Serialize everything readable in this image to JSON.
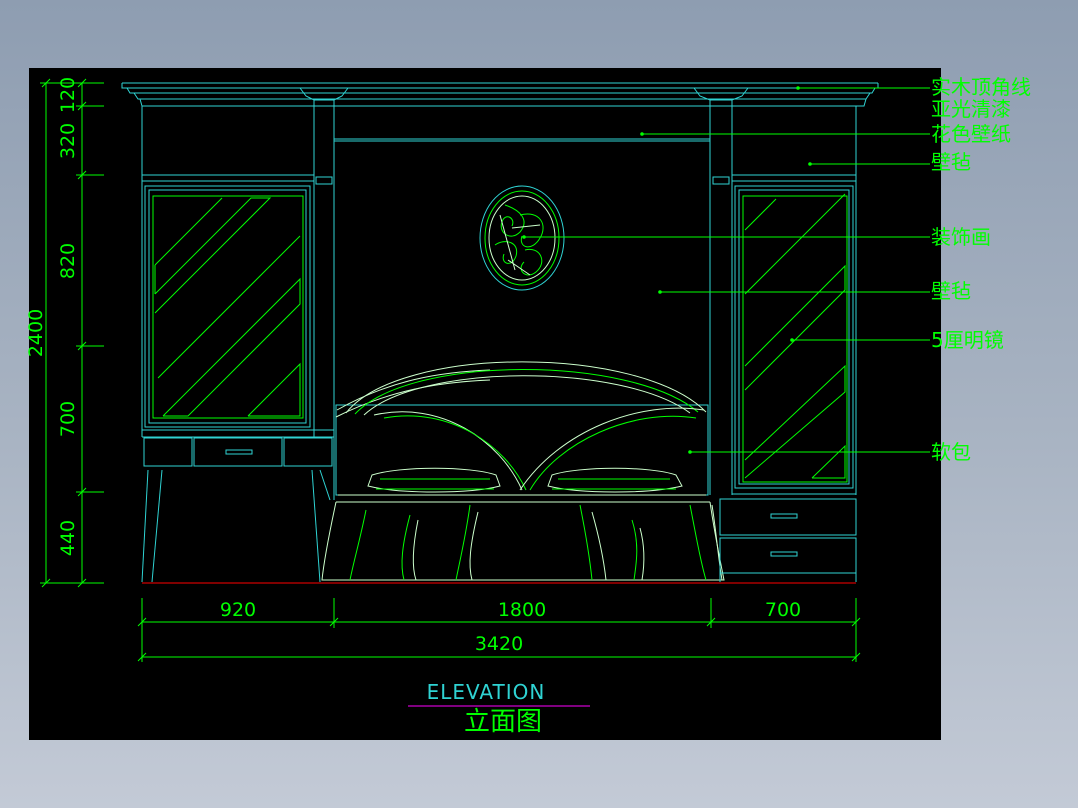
{
  "drawing": {
    "colors": {
      "background": "#000000",
      "cyan": "#2fd3d3",
      "green": "#00ff00",
      "pale": "#ccffcc",
      "magenta": "#ff00ff",
      "red": "#ff0000"
    },
    "dimensions": {
      "vertical": [
        "120",
        "320",
        "820",
        "700",
        "440"
      ],
      "total_height": "2400",
      "horizontal": [
        "920",
        "1800",
        "700"
      ],
      "total_width": "3420"
    },
    "annotations": [
      "实木顶角线",
      "亚光清漆",
      "花色壁纸",
      "壁毡",
      "装饰画",
      "壁毡",
      "5厘明镜",
      "软包"
    ],
    "title_en": "ELEVATION",
    "title_cn": "立面图"
  }
}
